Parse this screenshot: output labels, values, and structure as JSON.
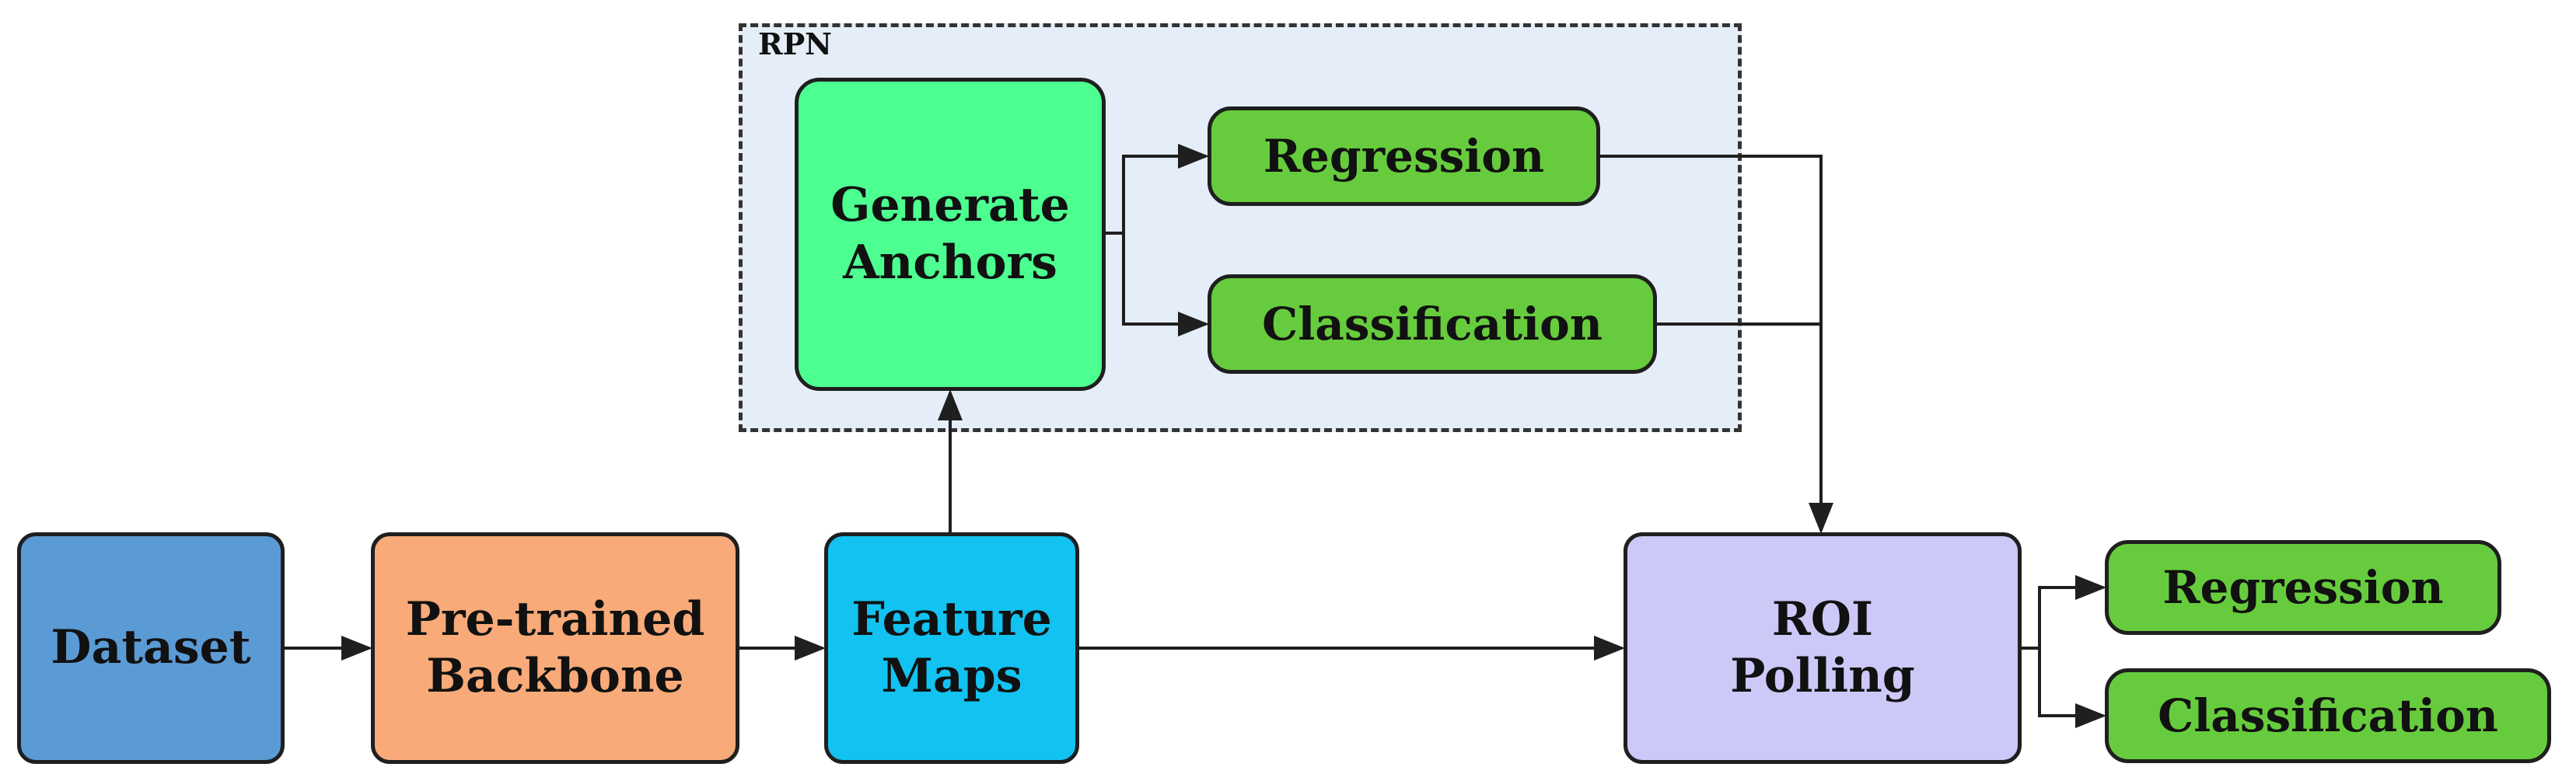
{
  "colors": {
    "dataset": "#5b9bd5",
    "backbone": "#f8aa78",
    "feature_maps": "#12c2f0",
    "anchors": "#4cff90",
    "heads": "#66cc3d",
    "roi": "#ccc8f8",
    "rpn_background": "#e5eef8",
    "stroke": "#1f1f1f"
  },
  "rpn": {
    "label": "RPN",
    "generate_anchors": "Generate\nAnchors",
    "regression": "Regression",
    "classification": "Classification"
  },
  "pipeline": {
    "dataset": "Dataset",
    "backbone": "Pre-trained\nBackbone",
    "feature_maps": "Feature\nMaps",
    "roi": "ROI\nPolling"
  },
  "outputs": {
    "regression": "Regression",
    "classification": "Classification"
  }
}
